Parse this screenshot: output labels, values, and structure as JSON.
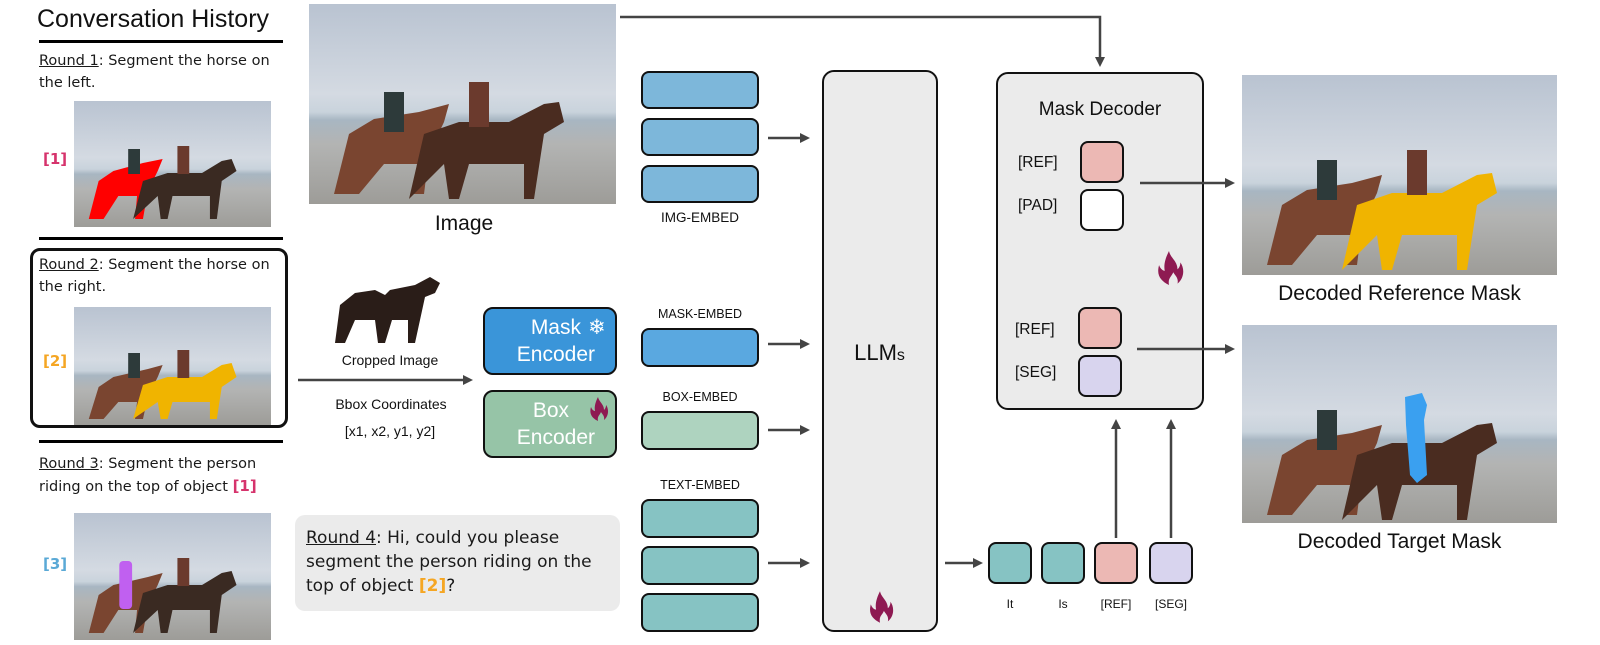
{
  "history": {
    "title": "Conversation History",
    "rounds": [
      {
        "label": "Round 1",
        "text": ": Segment the horse on the left.",
        "tag": "[1]",
        "tag_color": "#d6336c",
        "mask_color": "#ff0000",
        "mask_target": "left horse"
      },
      {
        "label": "Round 2",
        "text": ": Segment the horse on the right.",
        "tag": "[2]",
        "tag_color": "#f5a623",
        "mask_color": "#f0b400",
        "mask_target": "right horse"
      },
      {
        "label": "Round 3",
        "text_a": ": Segment the person riding on the top of object ",
        "ref_tag": "[1]",
        "ref_tag_color": "#d6336c",
        "tag": "[3]",
        "tag_color": "#5aa9d6",
        "mask_color": "#c060f0",
        "mask_target": "left rider"
      }
    ]
  },
  "image": {
    "caption": "Image"
  },
  "crop": {
    "cropped_label": "Cropped Image",
    "bbox_label": "Bbox Coordinates",
    "bbox_value": "[x1, x2, y1, y2]"
  },
  "encoders": {
    "mask": {
      "line1": "Mask",
      "line2": "Encoder",
      "icon": "snowflake-icon",
      "state": "frozen",
      "color": "#3a95d9"
    },
    "box": {
      "line1": "Box",
      "line2": "Encoder",
      "icon": "fire-icon",
      "state": "trainable",
      "color": "#96c4a7"
    }
  },
  "round4": {
    "label": "Round 4",
    "text_a": ": Hi, could you please segment the person riding on the top of object ",
    "ref_tag": "[2]",
    "ref_tag_color": "#f5a623",
    "text_b": "?"
  },
  "embeds": {
    "img": {
      "label": "IMG-EMBED",
      "count": 3,
      "color": "#7db7da"
    },
    "mask": {
      "label": "MASK-EMBED",
      "count": 1,
      "color": "#5aa8e0"
    },
    "box": {
      "label": "BOX-EMBED",
      "count": 1,
      "color": "#aed3bf"
    },
    "text": {
      "label": "TEXT-EMBED",
      "count": 3,
      "color": "#86c3c3"
    }
  },
  "llm": {
    "label_main": "LLM",
    "label_suffix": "s",
    "icon": "fire-icon"
  },
  "output_tokens": [
    {
      "label": "It",
      "color": "#86c3c3"
    },
    {
      "label": "Is",
      "color": "#86c3c3"
    },
    {
      "label": "[REF]",
      "color": "#ecb8b4"
    },
    {
      "label": "[SEG]",
      "color": "#d8d4ee"
    }
  ],
  "decoder": {
    "title": "Mask Decoder",
    "slots": [
      {
        "label": "[REF]",
        "color": "#ecb8b4"
      },
      {
        "label": "[PAD]",
        "color": "#ffffff"
      },
      {
        "label": "[REF]",
        "color": "#ecb8b4"
      },
      {
        "label": "[SEG]",
        "color": "#d8d4ee"
      }
    ],
    "icon": "fire-icon"
  },
  "outputs": {
    "reference": {
      "caption": "Decoded Reference Mask",
      "mask_color": "#f0b400",
      "mask_target": "right horse"
    },
    "target": {
      "caption": "Decoded Target Mask",
      "mask_color": "#3aa0f0",
      "mask_target": "right rider"
    }
  },
  "colors": {
    "fire": "#8e1a52",
    "arrow": "#444444",
    "panel": "#ebebeb"
  }
}
